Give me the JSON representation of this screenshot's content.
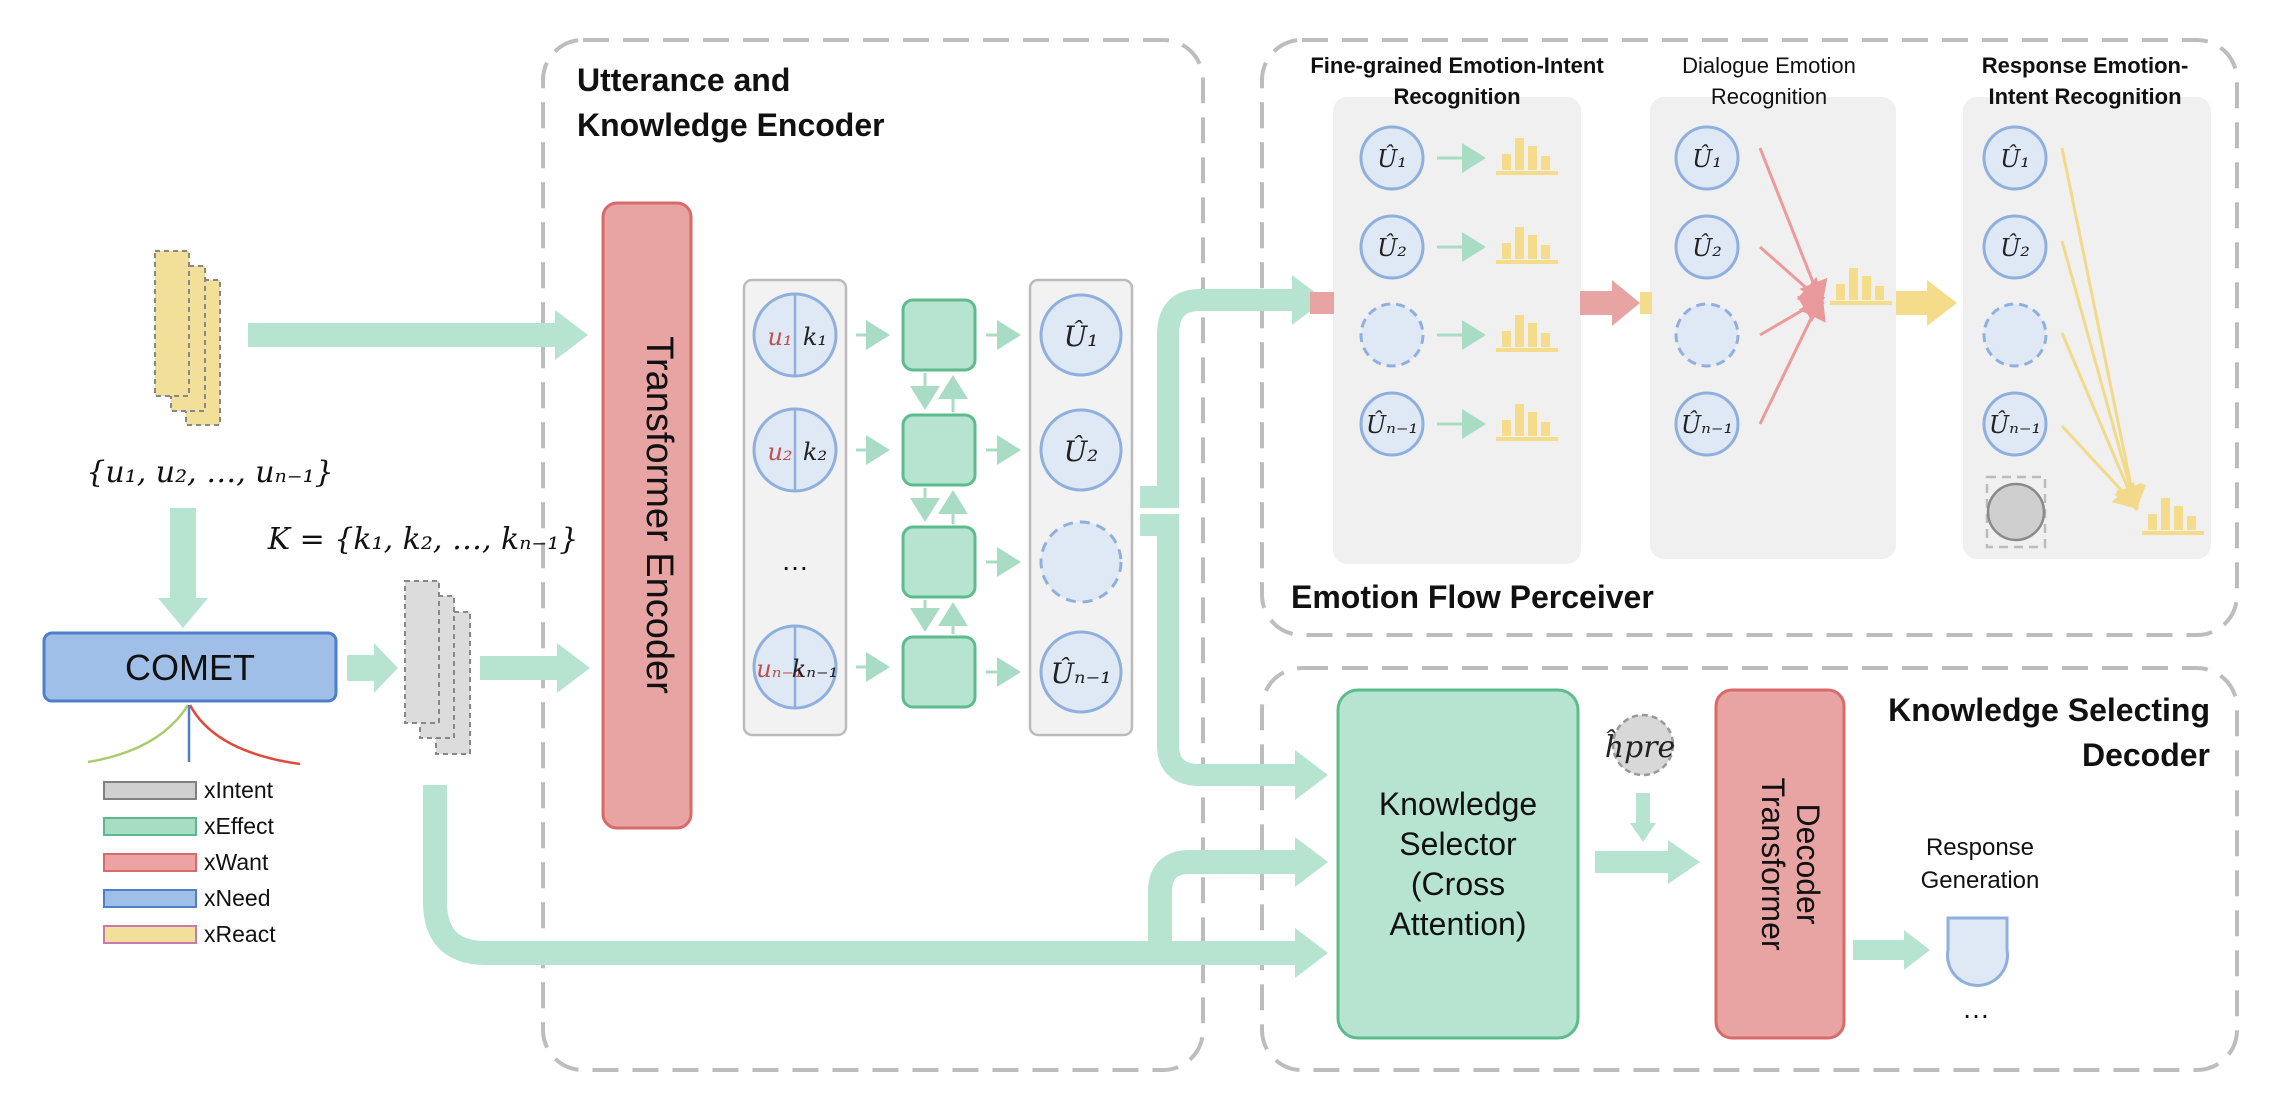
{
  "input": {
    "utterances_label": "{u₁, u₂, …, uₙ₋₁}",
    "knowledge_label": "K = {k₁, k₂, …, kₙ₋₁}"
  },
  "comet": {
    "label": "COMET",
    "legend": [
      {
        "label": "xIntent",
        "color": "#d0d0d0",
        "border": "#808080"
      },
      {
        "label": "xEffect",
        "color": "#a8dcc3",
        "border": "#5fb88c"
      },
      {
        "label": "xWant",
        "color": "#eda3a3",
        "border": "#d86a6a"
      },
      {
        "label": "xNeed",
        "color": "#9fbfe8",
        "border": "#4e7fc9"
      },
      {
        "label": "xReact",
        "color": "#f2df9a",
        "border": "#c77ab0"
      }
    ]
  },
  "encoder": {
    "title_line1": "Utterance and",
    "title_line2": "Knowledge Encoder",
    "transformer_label": "Transformer Encoder",
    "pairs": [
      {
        "u": "u₁",
        "k": "k₁"
      },
      {
        "u": "u₂",
        "k": "k₂"
      },
      {
        "ellipsis": "…"
      },
      {
        "u": "uₙ₋₁",
        "k": "kₙ₋₁"
      }
    ],
    "outputs": [
      "Û₁",
      "Û₂",
      "",
      "Ûₙ₋₁"
    ]
  },
  "perceiver": {
    "title": "Emotion Flow Perceiver",
    "fine_title_line1": "Fine-grained Emotion-Intent",
    "fine_title_line2": "Recognition",
    "dialogue_title_line1": "Dialogue Emotion",
    "dialogue_title_line2": "Recognition",
    "response_title_line1": "Response Emotion-",
    "response_title_line2": "Intent Recognition",
    "nodes": [
      "Û₁",
      "Û₂",
      "",
      "Ûₙ₋₁"
    ]
  },
  "decoder": {
    "title_line1": "Knowledge Selecting",
    "title_line2": "Decoder",
    "selector_line1": "Knowledge",
    "selector_line2": "Selector",
    "selector_line3": "(Cross",
    "selector_line4": "Attention)",
    "h_pre": "ĥpre",
    "transformer_line1": "Transformer",
    "transformer_line2": "Decoder",
    "response_line1": "Response",
    "response_line2": "Generation",
    "ellipsis": "…"
  },
  "colors": {
    "green": "#b7e3d1",
    "green_border": "#5dbb8c",
    "red": "#e8a3a3",
    "red_border": "#d86a6a",
    "blue_node": "#dfe8f5",
    "blue_border": "#8fb0de",
    "yellow": "#f5dc8a",
    "gray_panel": "#f0f0f0"
  }
}
